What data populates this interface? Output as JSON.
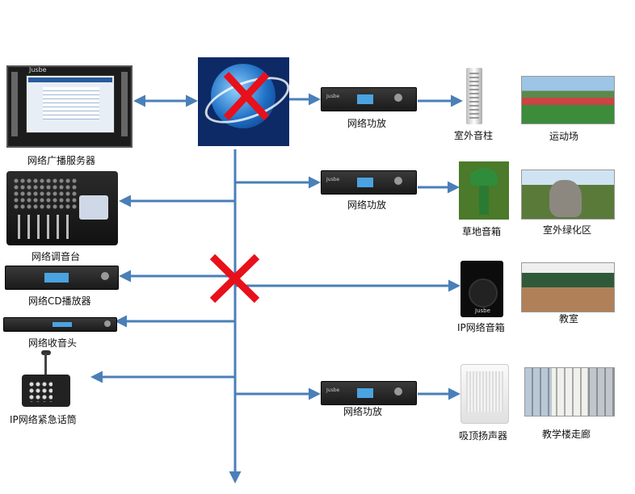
{
  "colors": {
    "connector": "#4a7fb8",
    "cross": "#e8101a",
    "text": "#111111"
  },
  "devices": {
    "server": {
      "label": "网络广播服务器",
      "brand": "Jusbe"
    },
    "mixer": {
      "label": "网络调音台"
    },
    "cd_player": {
      "label": "网络CD播放器"
    },
    "tuner": {
      "label": "网络收音头"
    },
    "mic": {
      "label": "IP网络紧急话筒"
    }
  },
  "amplifiers": [
    {
      "label": "网络功放",
      "brand": "Jusbe"
    },
    {
      "label": "网络功放",
      "brand": "Jusbe"
    },
    {
      "label": "网络功放",
      "brand": "Jusbe"
    }
  ],
  "speakers": {
    "column": {
      "label": "室外音柱"
    },
    "lawn": {
      "label": "草地音箱"
    },
    "ip_box": {
      "label": "IP网络音箱",
      "brand": "Jusbe"
    },
    "ceiling": {
      "label": "吸顶扬声器"
    }
  },
  "locations": {
    "stadium": {
      "label": "运动场"
    },
    "garden": {
      "label": "室外绿化区"
    },
    "classroom": {
      "label": "教室"
    },
    "corridor": {
      "label": "教学楼走廊"
    }
  },
  "network": {
    "status_marks": [
      "cross-on-network",
      "cross-on-backbone"
    ]
  }
}
